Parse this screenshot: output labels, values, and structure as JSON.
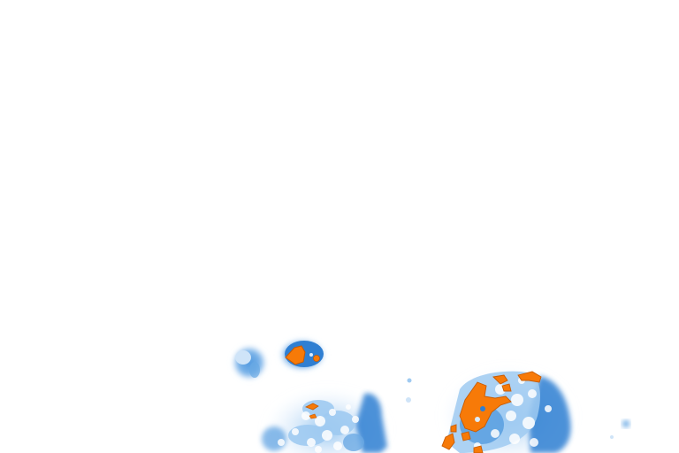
{
  "image": {
    "background": "#ffffff",
    "palette": {
      "deep_blue": "#1f74cc",
      "mid_blue": "#4f98de",
      "light_blue": "#9fcaf1",
      "pale_blue": "#dcecfb",
      "orange": "#f77a08",
      "orange_edge": "#c85a00"
    },
    "regions": [
      {
        "name": "small-left-cloud",
        "kind": "blue-patch"
      },
      {
        "name": "orange-island-cloud",
        "kind": "blue-patch-with-orange-core"
      },
      {
        "name": "center-cell-cluster",
        "kind": "mottled-blue-cluster"
      },
      {
        "name": "right-cell-cluster",
        "kind": "mottled-blue-cluster-with-orange-rim"
      },
      {
        "name": "far-right-specks",
        "kind": "small-blue-dots"
      }
    ]
  }
}
